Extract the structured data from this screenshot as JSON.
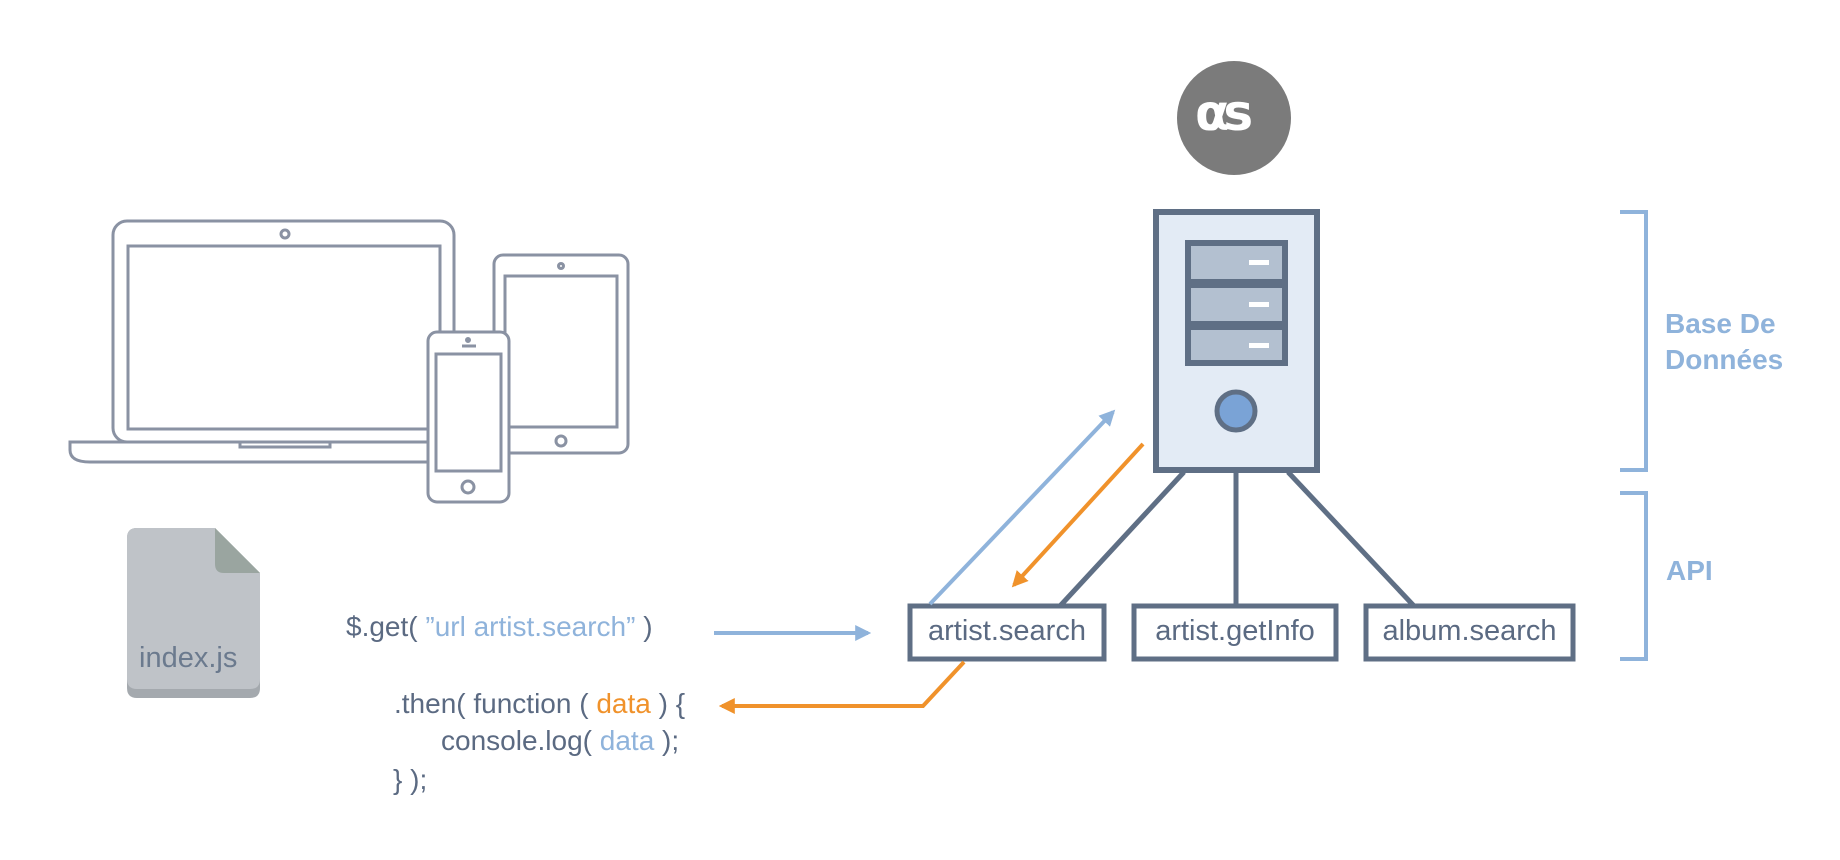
{
  "logo": {
    "icon": "lastfm-logo",
    "text": "αs",
    "color": "#7b7b7b"
  },
  "colors": {
    "slate": "#5f6f85",
    "device": "#8a92a3",
    "blue": "#8fb3db",
    "orange": "#f0922b",
    "server_fill": "#e3ebf5",
    "file_gray": "#bfc3c8"
  },
  "file": {
    "name": "index.js"
  },
  "code": {
    "get_prefix": "$.get( ",
    "get_url": "”url artist.search”",
    "get_suffix": " )",
    "then_prefix": ".then( function ( ",
    "then_param": "data",
    "then_suffix": " ) {",
    "log_prefix": "console.log( ",
    "log_param": "data",
    "log_suffix": " );",
    "close": "} );"
  },
  "endpoints": [
    {
      "label": "artist.search"
    },
    {
      "label": "artist.getInfo"
    },
    {
      "label": "album.search"
    }
  ],
  "labels": {
    "database_line1": "Base De",
    "database_line2": "Données",
    "api": "API"
  }
}
